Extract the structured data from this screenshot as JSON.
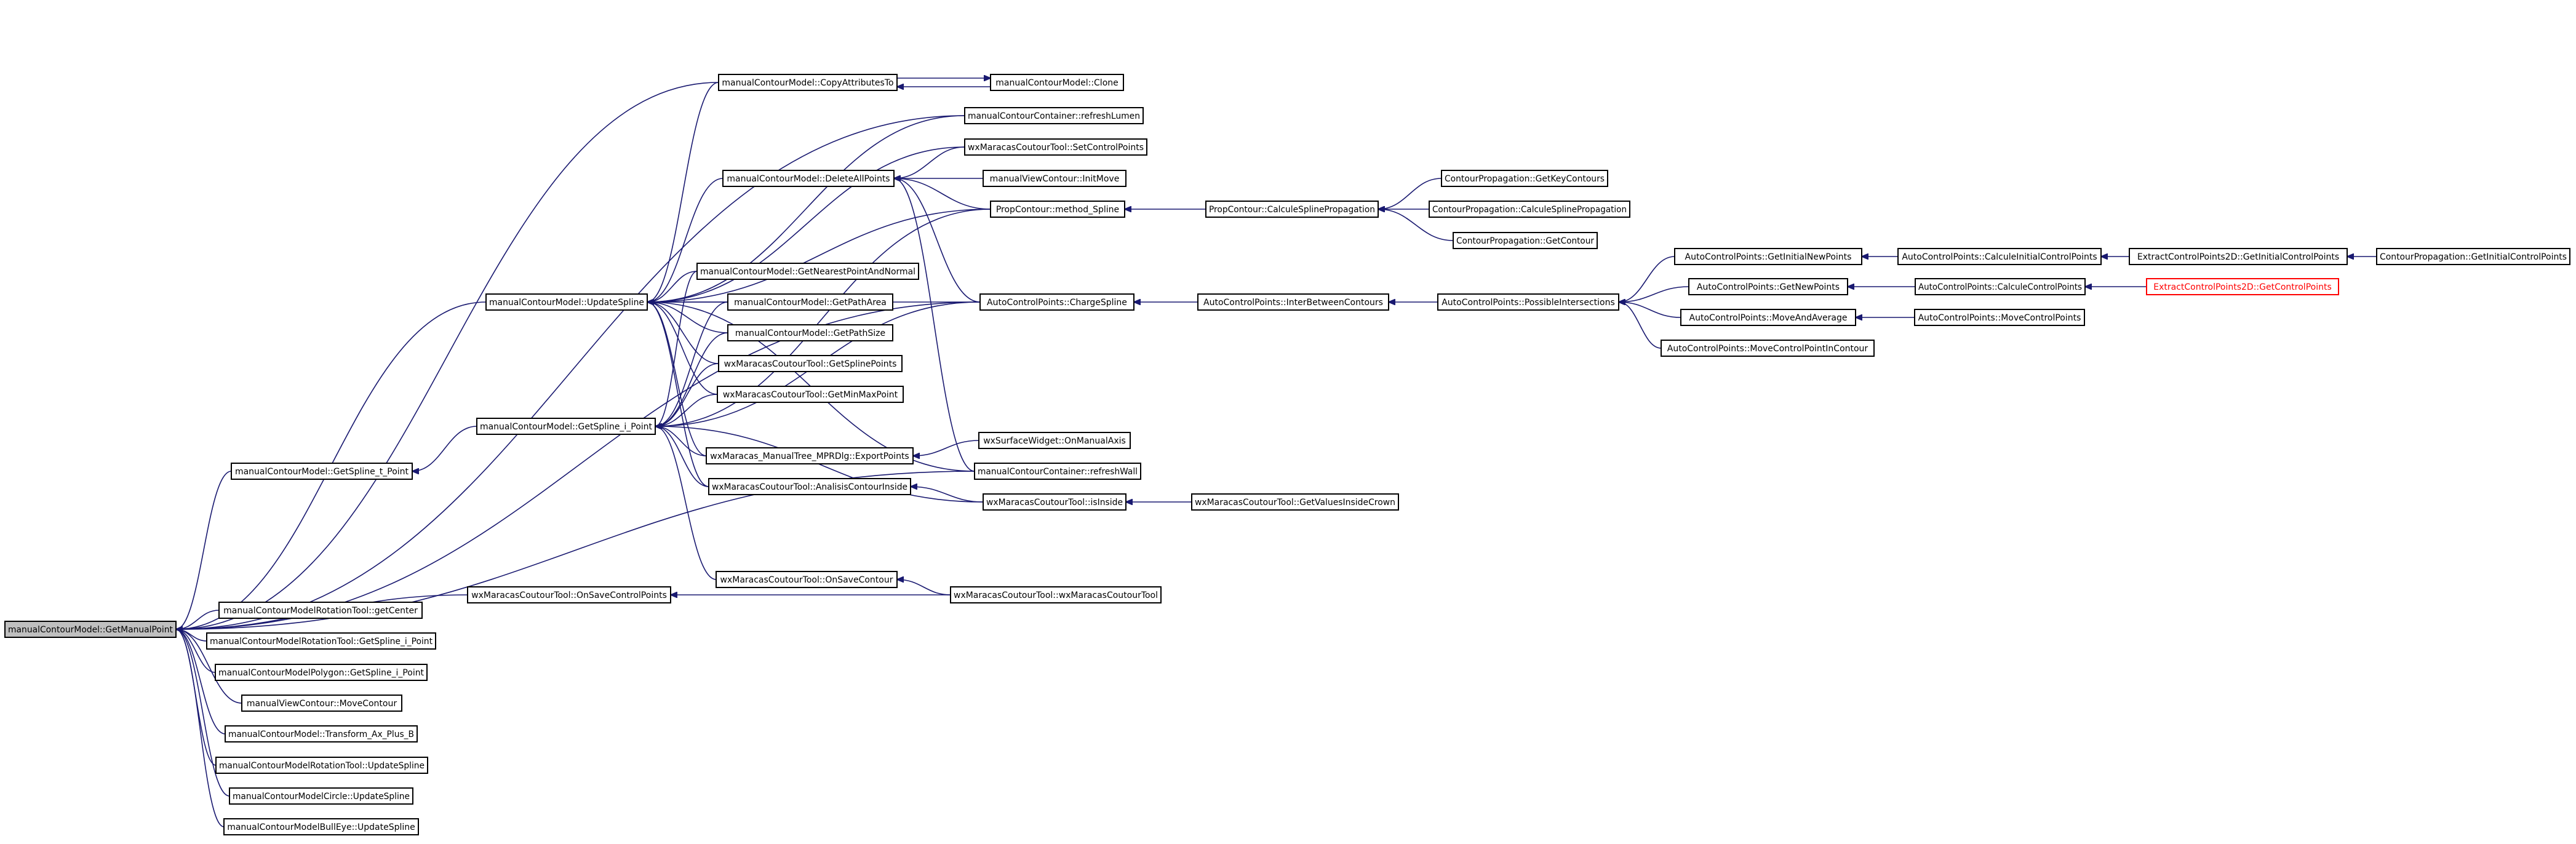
{
  "nodes": [
    {
      "id": "root",
      "label": "manualContourModel::GetManualPoint",
      "variant": "root"
    },
    {
      "id": "copyattr",
      "label": "manualContourModel::CopyAttributesTo"
    },
    {
      "id": "clone",
      "label": "manualContourModel::Clone"
    },
    {
      "id": "refreshlumen",
      "label": "manualContourContainer::refreshLumen"
    },
    {
      "id": "setcp",
      "label": "wxMaracasCoutourTool::SetControlPoints"
    },
    {
      "id": "deleteall",
      "label": "manualContourModel::DeleteAllPoints"
    },
    {
      "id": "initmove",
      "label": "manualViewContour::InitMove"
    },
    {
      "id": "methodspline",
      "label": "PropContour::method_Spline"
    },
    {
      "id": "calculespline",
      "label": "PropContour::CalculeSplinePropagation"
    },
    {
      "id": "getkeycontours",
      "label": "ContourPropagation::GetKeyContours"
    },
    {
      "id": "cp_calcspline",
      "label": "ContourPropagation::CalculeSplinePropagation"
    },
    {
      "id": "getcontour",
      "label": "ContourPropagation::GetContour"
    },
    {
      "id": "nearest",
      "label": "manualContourModel::GetNearestPointAndNormal"
    },
    {
      "id": "updatespline",
      "label": "manualContourModel::UpdateSpline"
    },
    {
      "id": "patharea",
      "label": "manualContourModel::GetPathArea"
    },
    {
      "id": "chargespline",
      "label": "AutoControlPoints::ChargeSpline"
    },
    {
      "id": "interbetween",
      "label": "AutoControlPoints::InterBetweenContours"
    },
    {
      "id": "possible",
      "label": "AutoControlPoints::PossibleIntersections"
    },
    {
      "id": "getinitialnew",
      "label": "AutoControlPoints::GetInitialNewPoints"
    },
    {
      "id": "calcinitial",
      "label": "AutoControlPoints::CalculeInitialControlPoints"
    },
    {
      "id": "ecp_getinitial",
      "label": "ExtractControlPoints2D::GetInitialControlPoints"
    },
    {
      "id": "cp_getinitial",
      "label": "ContourPropagation::GetInitialControlPoints"
    },
    {
      "id": "getnewpoints",
      "label": "AutoControlPoints::GetNewPoints"
    },
    {
      "id": "calccp",
      "label": "AutoControlPoints::CalculeControlPoints"
    },
    {
      "id": "ecp_getcp",
      "label": "ExtractControlPoints2D::GetControlPoints",
      "variant": "trunc"
    },
    {
      "id": "moveavg",
      "label": "AutoControlPoints::MoveAndAverage"
    },
    {
      "id": "movecp",
      "label": "AutoControlPoints::MoveControlPoints"
    },
    {
      "id": "movecpin",
      "label": "AutoControlPoints::MoveControlPointInContour"
    },
    {
      "id": "pathsize",
      "label": "manualContourModel::GetPathSize"
    },
    {
      "id": "getsplinepts",
      "label": "wxMaracasCoutourTool::GetSplinePoints"
    },
    {
      "id": "getminmax",
      "label": "wxMaracasCoutourTool::GetMinMaxPoint"
    },
    {
      "id": "getspline_i",
      "label": "manualContourModel::GetSpline_i_Point"
    },
    {
      "id": "onmanualaxis",
      "label": "wxSurfaceWidget::OnManualAxis"
    },
    {
      "id": "exportpoints",
      "label": "wxMaracas_ManualTree_MPRDlg::ExportPoints"
    },
    {
      "id": "getspline_t",
      "label": "manualContourModel::GetSpline_t_Point"
    },
    {
      "id": "refreshwall",
      "label": "manualContourContainer::refreshWall"
    },
    {
      "id": "analisis",
      "label": "wxMaracasCoutourTool::AnalisisContourInside"
    },
    {
      "id": "isinside",
      "label": "wxMaracasCoutourTool::isInside"
    },
    {
      "id": "getvalues",
      "label": "wxMaracasCoutourTool::GetValuesInsideCrown"
    },
    {
      "id": "onsavecontour",
      "label": "wxMaracasCoutourTool::OnSaveContour"
    },
    {
      "id": "onsavecp",
      "label": "wxMaracasCoutourTool::OnSaveControlPoints"
    },
    {
      "id": "wxtool",
      "label": "wxMaracasCoutourTool::wxMaracasCoutourTool"
    },
    {
      "id": "rot_getcenter",
      "label": "manualContourModelRotationTool::getCenter"
    },
    {
      "id": "rot_getspline_i",
      "label": "manualContourModelRotationTool::GetSpline_i_Point"
    },
    {
      "id": "poly_getspline_i",
      "label": "manualContourModelPolygon::GetSpline_i_Point"
    },
    {
      "id": "movecontour",
      "label": "manualViewContour::MoveContour"
    },
    {
      "id": "transform",
      "label": "manualContourModel::Transform_Ax_Plus_B"
    },
    {
      "id": "rot_updatespline",
      "label": "manualContourModelRotationTool::UpdateSpline"
    },
    {
      "id": "circle_updatespline",
      "label": "manualContourModelCircle::UpdateSpline"
    },
    {
      "id": "bulleye_updatespline",
      "label": "manualContourModelBullEye::UpdateSpline"
    }
  ],
  "edges": [
    [
      "copyattr",
      "root"
    ],
    [
      "refreshlumen",
      "root"
    ],
    [
      "updatespline",
      "root"
    ],
    [
      "getspline_t",
      "root"
    ],
    [
      "chargespline",
      "root"
    ],
    [
      "refreshwall",
      "root"
    ],
    [
      "onsavecp",
      "root"
    ],
    [
      "rot_getcenter",
      "root"
    ],
    [
      "rot_getspline_i",
      "root"
    ],
    [
      "poly_getspline_i",
      "root"
    ],
    [
      "movecontour",
      "root"
    ],
    [
      "transform",
      "root"
    ],
    [
      "rot_updatespline",
      "root"
    ],
    [
      "circle_updatespline",
      "root"
    ],
    [
      "bulleye_updatespline",
      "root"
    ],
    [
      "clone",
      "copyattr"
    ],
    [
      "copyattr",
      "clone"
    ],
    [
      "setcp",
      "deleteall"
    ],
    [
      "initmove",
      "deleteall"
    ],
    [
      "methodspline",
      "deleteall"
    ],
    [
      "chargespline",
      "deleteall"
    ],
    [
      "refreshwall",
      "deleteall"
    ],
    [
      "calculespline",
      "methodspline"
    ],
    [
      "getkeycontours",
      "calculespline"
    ],
    [
      "cp_calcspline",
      "calculespline"
    ],
    [
      "getcontour",
      "calculespline"
    ],
    [
      "interbetween",
      "chargespline"
    ],
    [
      "possible",
      "interbetween"
    ],
    [
      "getinitialnew",
      "possible"
    ],
    [
      "getnewpoints",
      "possible"
    ],
    [
      "moveavg",
      "possible"
    ],
    [
      "movecpin",
      "possible"
    ],
    [
      "calcinitial",
      "getinitialnew"
    ],
    [
      "ecp_getinitial",
      "calcinitial"
    ],
    [
      "cp_getinitial",
      "ecp_getinitial"
    ],
    [
      "calccp",
      "getnewpoints"
    ],
    [
      "ecp_getcp",
      "calccp"
    ],
    [
      "movecp",
      "moveavg"
    ],
    [
      "copyattr",
      "updatespline"
    ],
    [
      "refreshlumen",
      "updatespline"
    ],
    [
      "setcp",
      "updatespline"
    ],
    [
      "deleteall",
      "updatespline"
    ],
    [
      "methodspline",
      "updatespline"
    ],
    [
      "nearest",
      "updatespline"
    ],
    [
      "patharea",
      "updatespline"
    ],
    [
      "pathsize",
      "updatespline"
    ],
    [
      "chargespline",
      "updatespline"
    ],
    [
      "getsplinepts",
      "updatespline"
    ],
    [
      "getminmax",
      "updatespline"
    ],
    [
      "exportpoints",
      "updatespline"
    ],
    [
      "analisis",
      "updatespline"
    ],
    [
      "refreshwall",
      "updatespline"
    ],
    [
      "nearest",
      "getspline_i"
    ],
    [
      "patharea",
      "getspline_i"
    ],
    [
      "pathsize",
      "getspline_i"
    ],
    [
      "getsplinepts",
      "getspline_i"
    ],
    [
      "getminmax",
      "getspline_i"
    ],
    [
      "exportpoints",
      "getspline_i"
    ],
    [
      "analisis",
      "getspline_i"
    ],
    [
      "onsavecontour",
      "getspline_i"
    ],
    [
      "chargespline",
      "getspline_i"
    ],
    [
      "methodspline",
      "getspline_i"
    ],
    [
      "isinside",
      "getspline_i"
    ],
    [
      "getspline_i",
      "getspline_t"
    ],
    [
      "onmanualaxis",
      "exportpoints"
    ],
    [
      "isinside",
      "analisis"
    ],
    [
      "getvalues",
      "isinside"
    ],
    [
      "wxtool",
      "onsavecontour"
    ],
    [
      "wxtool",
      "onsavecp"
    ]
  ],
  "colors": {
    "edge": "#191970",
    "root_fill": "#bfbfbf",
    "truncated_border": "#ff0000"
  }
}
